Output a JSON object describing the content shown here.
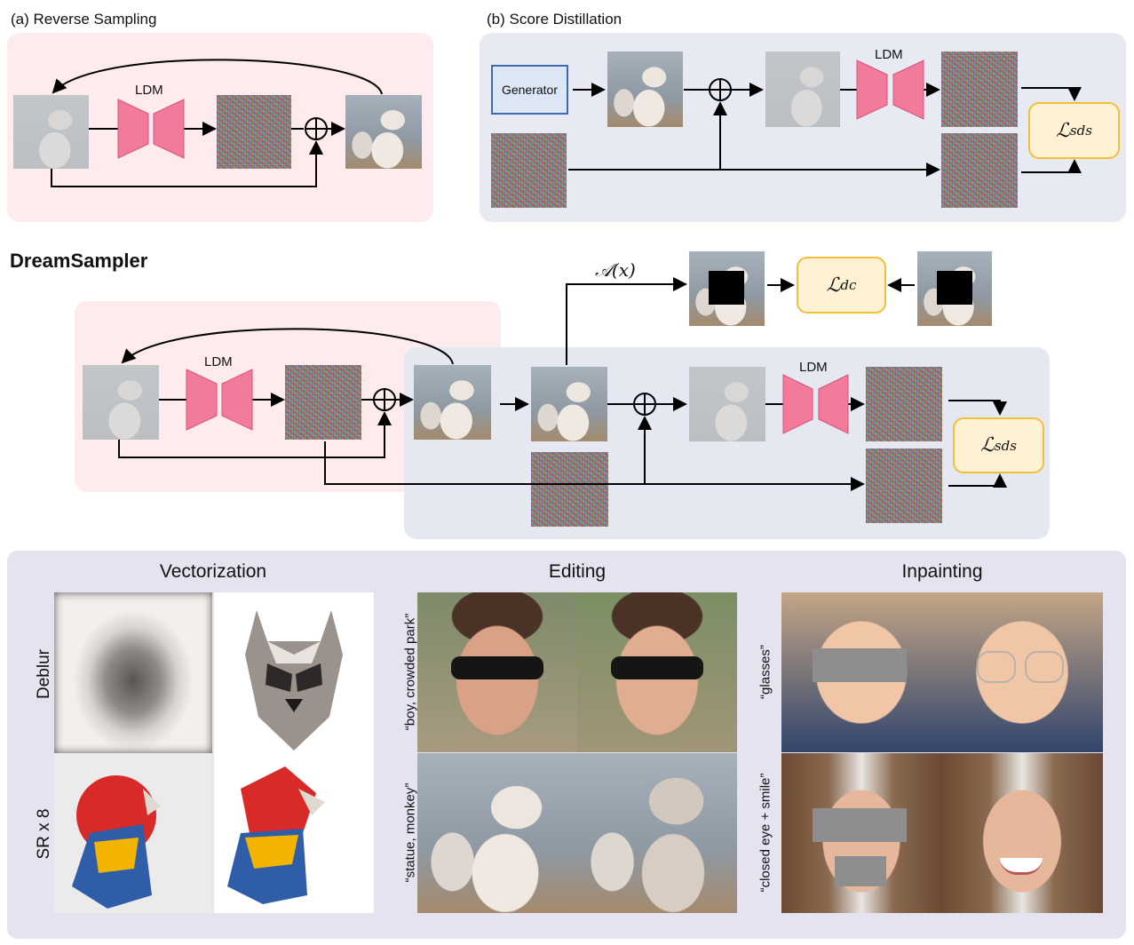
{
  "reverse_sampling": {
    "title": "(a) Reverse Sampling",
    "ldm_label": "LDM"
  },
  "score_distillation": {
    "title": "(b) Score Distillation",
    "generator_label": "Generator",
    "ldm_label": "LDM",
    "loss_main": "ℒ",
    "loss_sub": "sds"
  },
  "dreamsampler": {
    "title": "DreamSampler",
    "ldm_label_1": "LDM",
    "ldm_label_2": "LDM",
    "operator_label": "𝒜(x)",
    "loss_dc_main": "ℒ",
    "loss_dc_sub": "dc",
    "loss_sds_main": "ℒ",
    "loss_sds_sub": "sds"
  },
  "applications": {
    "vectorization": {
      "title": "Vectorization",
      "row1_label": "Deblur",
      "row2_label": "SR x 8"
    },
    "editing": {
      "title": "Editing",
      "row1_label": "“boy, crowded park”",
      "row2_label": "“statue, monkey”"
    },
    "inpainting": {
      "title": "Inpainting",
      "row1_label": "“glasses”",
      "row2_label": "“closed eye + smile”"
    }
  },
  "colors": {
    "pink_panel": "#fdebee",
    "blue_panel": "#e8eaf3",
    "ldm_pink": "#f27a9b",
    "loss_yellow": "#f2c038",
    "generator_blue": "#3c6bb0"
  }
}
